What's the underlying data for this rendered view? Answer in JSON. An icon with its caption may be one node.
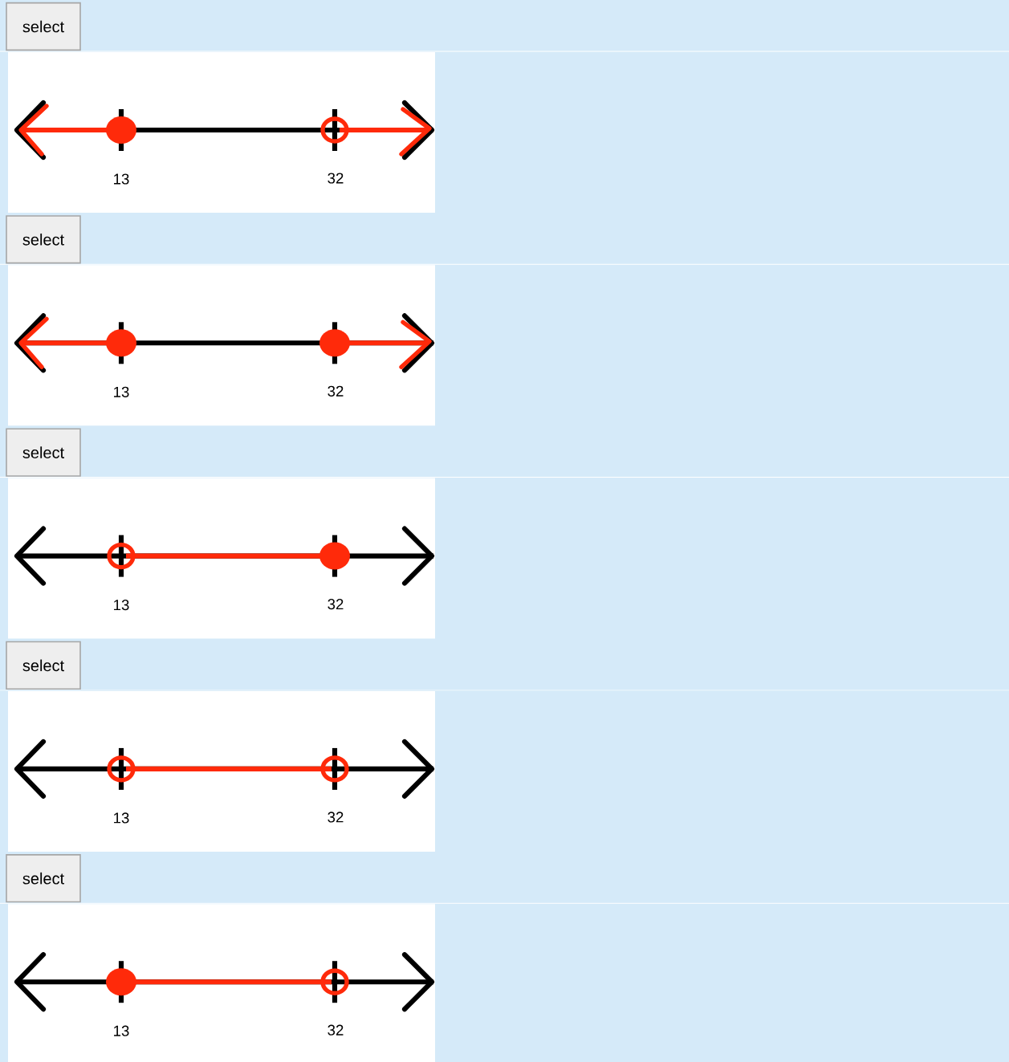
{
  "diagram": {
    "labels": [
      "select",
      "13",
      "32",
      "select",
      "13",
      "32",
      "select",
      "13",
      "32",
      "select",
      "13",
      "32",
      "select",
      "13",
      "32"
    ]
  }
}
